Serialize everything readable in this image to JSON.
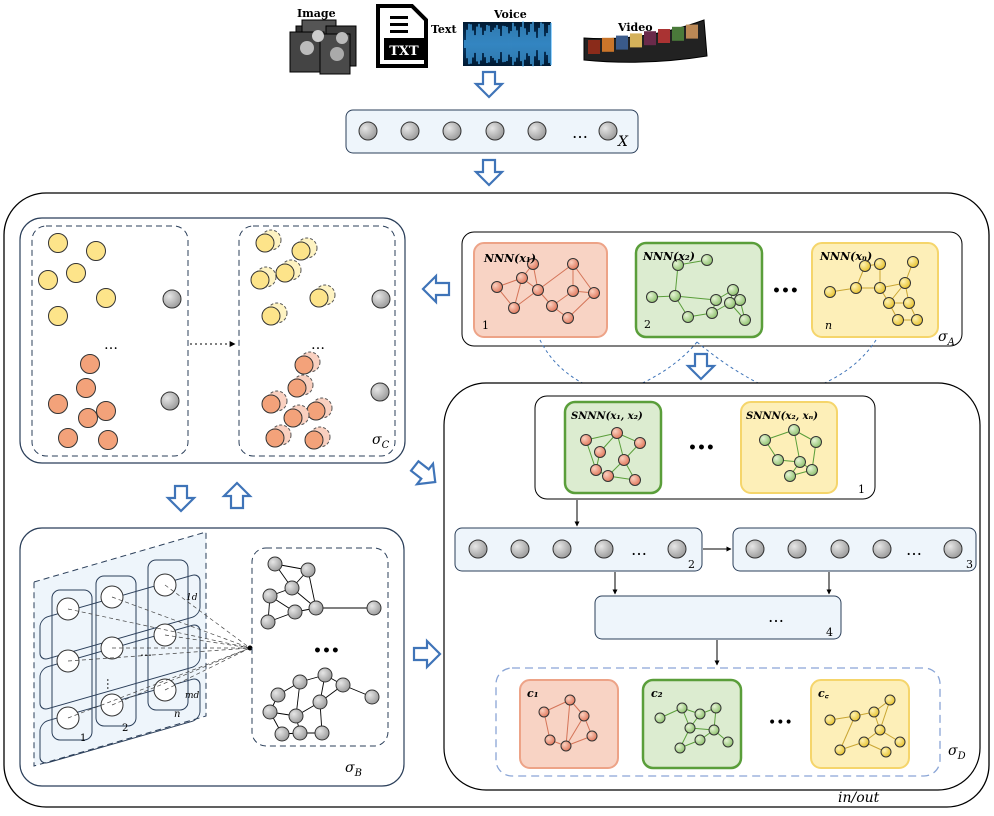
{
  "inputs": {
    "image": "Image",
    "text": "Text",
    "txt_icon": "TXT",
    "voice": "Voice",
    "video": "Video"
  },
  "ellipsis": "…",
  "ellipsis_bold": "•••",
  "x_label": "X",
  "outer_label": "in/out",
  "sigma_a": {
    "sym": "σ",
    "sub": "A"
  },
  "sigma_b": {
    "sym": "σ",
    "sub": "B"
  },
  "sigma_c": {
    "sym": "σ",
    "sub": "C"
  },
  "sigma_d": {
    "sym": "σ",
    "sub": "D"
  },
  "nnn": [
    {
      "label": "NNN(x₁)",
      "index": "1"
    },
    {
      "label": "NNN(x₂)",
      "index": "2"
    },
    {
      "label": "NNN(xₙ)",
      "index": "n"
    }
  ],
  "snnn": [
    {
      "label": "SNNN(x₁, x₂)"
    },
    {
      "label": "SNNN(x₂, xₙ)"
    }
  ],
  "clusters": [
    "c₁",
    "c₂",
    "c꜀"
  ],
  "step_labels": {
    "s1": "1",
    "s2": "2",
    "s3": "3",
    "s4": "4"
  },
  "grid_labels": {
    "g1": "1",
    "g2": "2",
    "gn": "n",
    "gd": "1d",
    "gmd": "md"
  },
  "colors": {
    "red_fill": "#f8d3c4",
    "red_stroke": "#eda387",
    "red_node": "#ef9b7b",
    "green_fill": "#dcecd0",
    "green_stroke": "#5a9e3a",
    "green_node": "#a9d48a",
    "yellow_fill": "#fdefb8",
    "yellow_stroke": "#f5d56b",
    "yellow_node": "#f2d44a",
    "gray_node": "#bfbfbf",
    "arrow_blue": "#3f74b8",
    "strip_fill": "#eef5fb"
  }
}
